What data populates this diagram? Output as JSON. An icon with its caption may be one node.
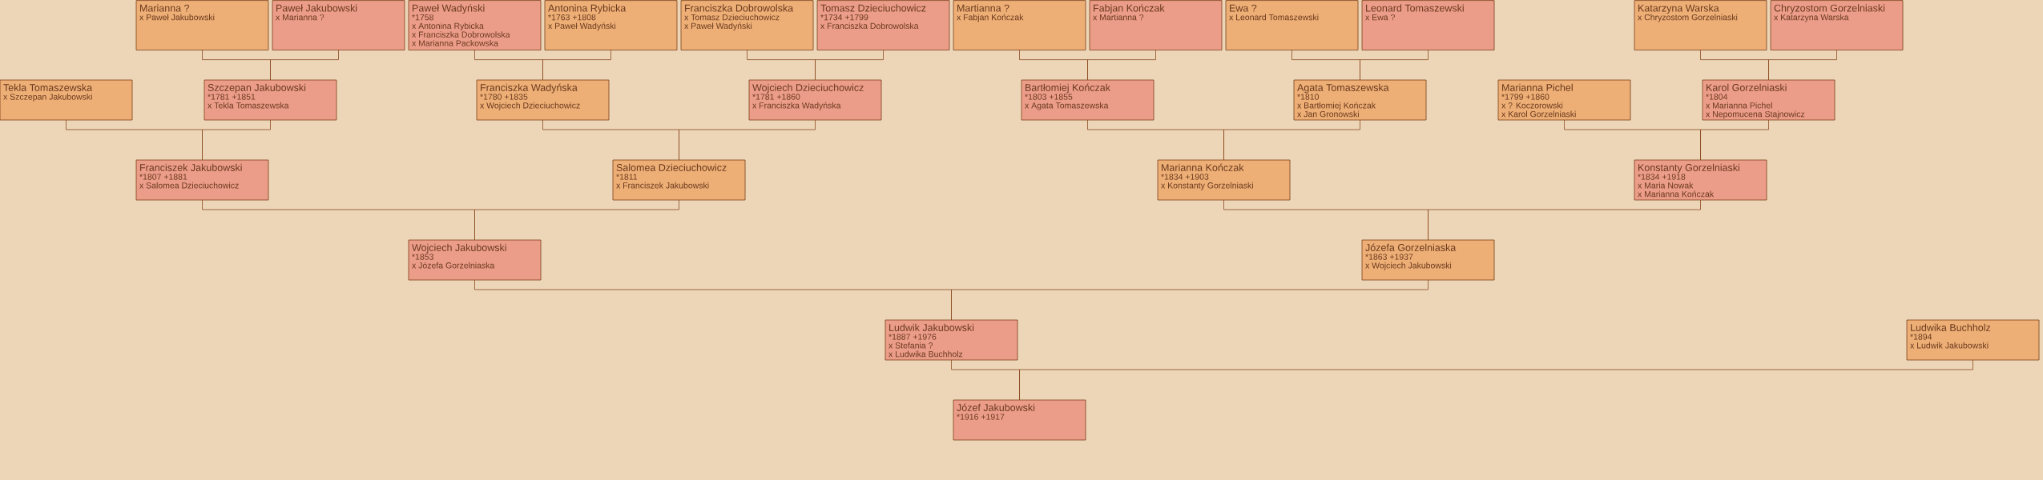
{
  "diagram": {
    "nodes": [
      {
        "text": [
          "Marianna ?",
          "x Paweł Jakubowski"
        ]
      },
      {
        "text": [
          "Paweł Jakubowski",
          "x Marianna ?"
        ]
      },
      {
        "text": [
          "Paweł Wadyński",
          "*1758",
          "x Antonina Rybicka",
          "x Franciszka Dobrowolska",
          "x Marianna Packowska"
        ]
      },
      {
        "text": [
          "Antonina Rybicka",
          "*1763 +1808",
          "x Paweł Wadyński"
        ]
      },
      {
        "text": [
          "Franciszka Dobrowolska",
          "x Tomasz Dzieciuchowicz",
          "x Paweł Wadyński"
        ]
      },
      {
        "text": [
          "Tomasz Dzieciuchowicz",
          "*1734 +1799",
          "x Franciszka Dobrowolska"
        ]
      },
      {
        "text": [
          "Martianna ?",
          "x Fabjan Kończak"
        ]
      },
      {
        "text": [
          "Fabjan Kończak",
          "x Martianna ?"
        ]
      },
      {
        "text": [
          "Ewa ?",
          "x Leonard Tomaszewski"
        ]
      },
      {
        "text": [
          "Leonard Tomaszewski",
          "x Ewa ?"
        ]
      },
      {
        "text": [
          "Katarzyna Warska",
          "x Chryzostom Gorzelniaski"
        ]
      },
      {
        "text": [
          "Chryzostom Gorzelniaski",
          "x Katarzyna Warska"
        ]
      },
      {
        "text": [
          "Tekla Tomaszewska",
          "x Szczepan Jakubowski"
        ]
      },
      {
        "text": [
          "Szczepan Jakubowski",
          "*1781 +1851",
          "x Tekla Tomaszewska"
        ]
      },
      {
        "text": [
          "Franciszka Wadyńska",
          "*1780 +1835",
          "x Wojciech Dzieciuchowicz"
        ]
      },
      {
        "text": [
          "Wojciech Dzieciuchowicz",
          "*1781 +1860",
          "x Franciszka Wadyńska"
        ]
      },
      {
        "text": [
          "Bartłomiej Kończak",
          "*1803 +1855",
          "x Agata Tomaszewska"
        ]
      },
      {
        "text": [
          "Agata Tomaszewska",
          "*1810",
          "x Bartłomiej Kończak",
          "x Jan Gronowski"
        ]
      },
      {
        "text": [
          "Marianna Pichel",
          "*1799 +1860",
          "x ? Koczorowski",
          "x Karol Gorzelniaski"
        ]
      },
      {
        "text": [
          "Karol Gorzelniaski",
          "*1804",
          "x Marianna Pichel",
          "x Nepomucena Stajnowicz"
        ]
      },
      {
        "text": [
          "Franciszek Jakubowski",
          "*1807 +1881",
          "x Salomea Dzieciuchowicz"
        ]
      },
      {
        "text": [
          "Salomea Dzieciuchowicz",
          "*1811",
          "x Franciszek Jakubowski"
        ]
      },
      {
        "text": [
          "Marianna Kończak",
          "*1834 +1903",
          "x Konstanty Gorzelniaski"
        ]
      },
      {
        "text": [
          "Konstanty Gorzelniaski",
          "*1834 +1918",
          "x Maria Nowak",
          "x Marianna Kończak"
        ]
      },
      {
        "text": [
          "Wojciech Jakubowski",
          "*1853",
          "x Józefa Gorzelniaska"
        ]
      },
      {
        "text": [
          "Józefa Gorzelniaska",
          "*1863 +1937",
          "x Wojciech Jakubowski"
        ]
      },
      {
        "text": [
          "Ludwik Jakubowski",
          "*1887 +1976",
          "x Stefania ?",
          "x Ludwika Buchholz"
        ]
      },
      {
        "text": [
          "Ludwika Buchholz",
          "*1894",
          "x Ludwik Jakubowski"
        ]
      },
      {
        "text": [
          "Józef Jakubowski",
          "*1916 +1917"
        ]
      }
    ],
    "edges": [
      {
        "from": 0,
        "to": 13,
        "arrow": "none"
      },
      {
        "from": 1,
        "to": 13,
        "arrow": "none"
      },
      {
        "from": 2,
        "to": 14,
        "arrow": "none"
      },
      {
        "from": 3,
        "to": 14,
        "arrow": "none"
      },
      {
        "from": 4,
        "to": 15,
        "arrow": "none"
      },
      {
        "from": 5,
        "to": 15,
        "arrow": "none"
      },
      {
        "from": 6,
        "to": 16,
        "arrow": "none"
      },
      {
        "from": 7,
        "to": 16,
        "arrow": "none"
      },
      {
        "from": 8,
        "to": 17,
        "arrow": "none"
      },
      {
        "from": 9,
        "to": 17,
        "arrow": "none"
      },
      {
        "from": 10,
        "to": 19,
        "arrow": "none"
      },
      {
        "from": 11,
        "to": 19,
        "arrow": "none"
      },
      {
        "from": 12,
        "to": 20,
        "arrow": "none"
      },
      {
        "from": 13,
        "to": 20,
        "arrow": "none"
      },
      {
        "from": 14,
        "to": 21,
        "arrow": "none"
      },
      {
        "from": 15,
        "to": 21,
        "arrow": "none"
      },
      {
        "from": 16,
        "to": 22,
        "arrow": "none"
      },
      {
        "from": 17,
        "to": 22,
        "arrow": "none"
      },
      {
        "from": 18,
        "to": 23,
        "arrow": "none"
      },
      {
        "from": 19,
        "to": 23,
        "arrow": "none"
      },
      {
        "from": 20,
        "to": 24,
        "arrow": "none"
      },
      {
        "from": 21,
        "to": 24,
        "arrow": "none"
      },
      {
        "from": 22,
        "to": 25,
        "arrow": "none"
      },
      {
        "from": 23,
        "to": 25,
        "arrow": "none"
      },
      {
        "from": 24,
        "to": 26,
        "arrow": "none"
      },
      {
        "from": 25,
        "to": 26,
        "arrow": "none"
      },
      {
        "from": 26,
        "to": 28,
        "arrow": "none"
      },
      {
        "from": 27,
        "to": 28,
        "arrow": "none"
      }
    ]
  }
}
